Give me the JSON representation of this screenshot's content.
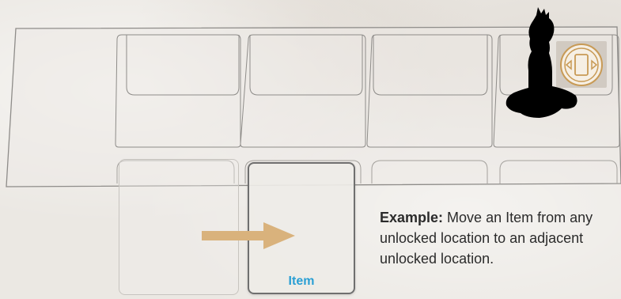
{
  "example": {
    "label": "Example:",
    "text": " Move an Item from any unlocked location to an adjacent unlocked location."
  },
  "card": {
    "label": "Item"
  },
  "colors": {
    "accent_label": "#2a9fd4",
    "arrow": "#d9b27c",
    "token_gold": "#c89a55"
  },
  "icons": {
    "arrow": "right-arrow-icon",
    "meeple": "meeple-figure-icon",
    "token": "swap-token-icon"
  }
}
